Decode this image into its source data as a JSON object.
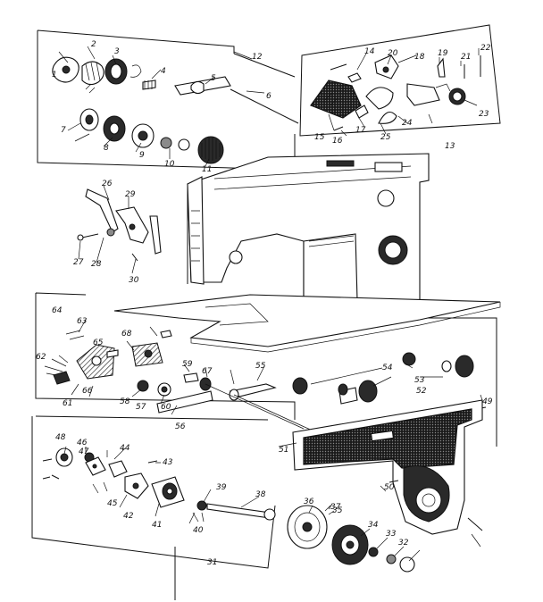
{
  "callouts": [
    "1",
    "2",
    "3",
    "4",
    "5",
    "6",
    "7",
    "8",
    "9",
    "10",
    "11",
    "12",
    "13",
    "14",
    "15",
    "16",
    "17",
    "18",
    "19",
    "20",
    "21",
    "22",
    "23",
    "24",
    "25",
    "26",
    "27",
    "28",
    "29",
    "30",
    "31",
    "32",
    "33",
    "34",
    "35",
    "36",
    "37",
    "38",
    "39",
    "40",
    "41",
    "42",
    "43",
    "44",
    "45",
    "46",
    "47",
    "48",
    "49",
    "50",
    "51",
    "52",
    "53",
    "54",
    "55",
    "56",
    "57",
    "58",
    "59",
    "60",
    "61",
    "62",
    "63",
    "64",
    "65",
    "66",
    "67",
    "68"
  ]
}
